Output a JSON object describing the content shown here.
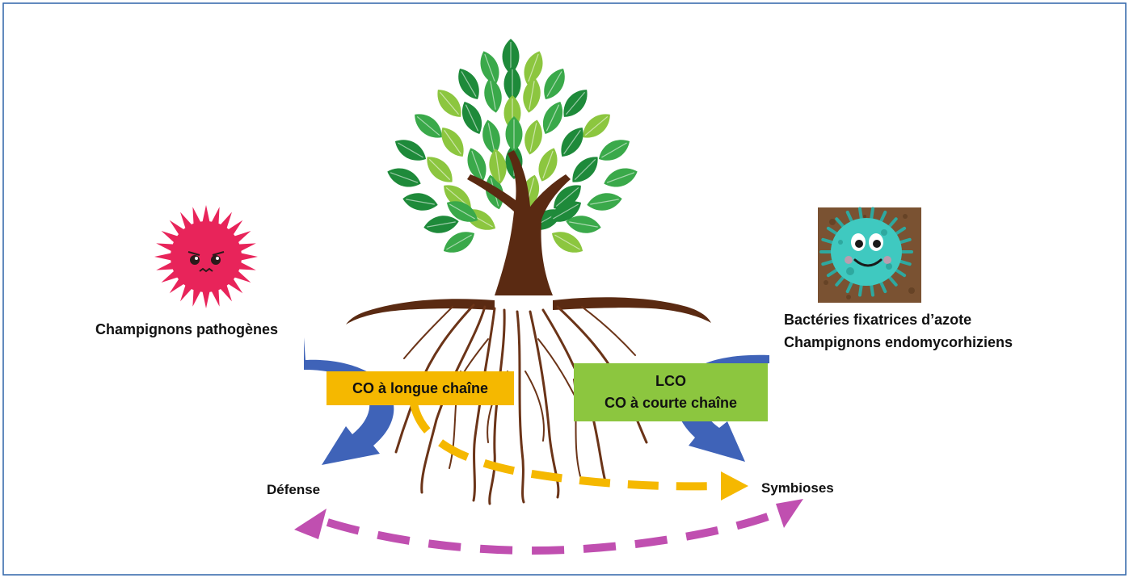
{
  "colors": {
    "frame": "#2f64a8",
    "leaf_dark": "#1e8a3a",
    "leaf_mid": "#3aa94a",
    "leaf_light": "#8cc63f",
    "trunk": "#5a2a12",
    "roots": "#6b3418",
    "pathogen": "#e8245a",
    "bacterium": "#3fc9c0",
    "soil_tile": "#7a5232",
    "blue_arrow": "#3f63b8",
    "yellow": "#f5b800",
    "green_box": "#8cc63f",
    "magenta": "#c04fb0"
  },
  "icons": {
    "pathogen": "spiky-pathogen-icon",
    "bacterium": "smiling-bacterium-icon",
    "tree": "tree-illustration"
  },
  "labels": {
    "pathogens": "Champignons pathogènes",
    "symbionts_line1": "Bactéries fixatrices d’azote",
    "symbionts_line2": "Champignons endomycorhiziens",
    "defense": "Défense",
    "symbioses": "Symbioses"
  },
  "boxes": {
    "long_chain": "CO à longue chaîne",
    "lco": "LCO",
    "short_chain": "CO à courte chaîne"
  }
}
